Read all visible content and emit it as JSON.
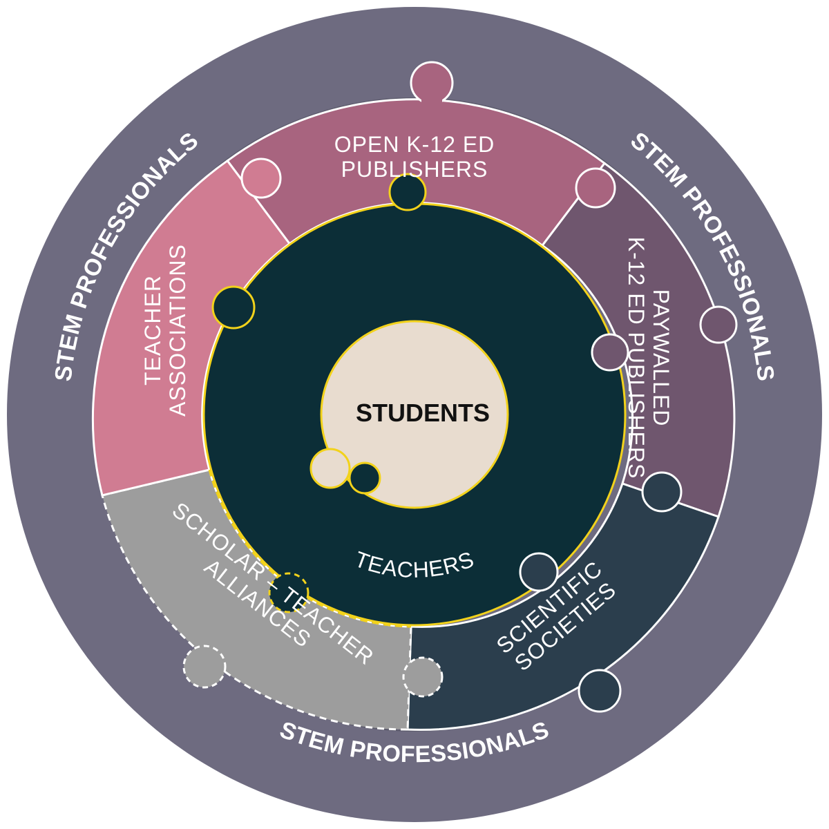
{
  "diagram": {
    "outer_ring": {
      "label": "STEM PROFESSIONALS",
      "color": "#6e6b80"
    },
    "center": {
      "label": "STUDENTS",
      "color": "#e8dccf",
      "outline": "#f2d21b"
    },
    "middle": {
      "label": "TEACHERS",
      "color": "#0c2e37",
      "outline": "#f2d21b"
    },
    "segments": [
      {
        "id": "open",
        "lines": [
          "OPEN K-12 ED",
          "PUBLISHERS"
        ],
        "color": "#a8647f"
      },
      {
        "id": "paywalled",
        "lines": [
          "PAYWALLED",
          "K-12 ED PUBLISHERS"
        ],
        "color": "#6f566e"
      },
      {
        "id": "scientific",
        "lines": [
          "SCIENTIFIC",
          "SOCIETIES"
        ],
        "color": "#2b3e4d"
      },
      {
        "id": "scholar",
        "lines": [
          "SCHOLAR – TEACHER",
          "ALLIANCES"
        ],
        "color": "#9d9d9d"
      },
      {
        "id": "teacher-assoc",
        "lines": [
          "TEACHER",
          "ASSOCIATIONS"
        ],
        "color": "#d07c92"
      }
    ]
  }
}
